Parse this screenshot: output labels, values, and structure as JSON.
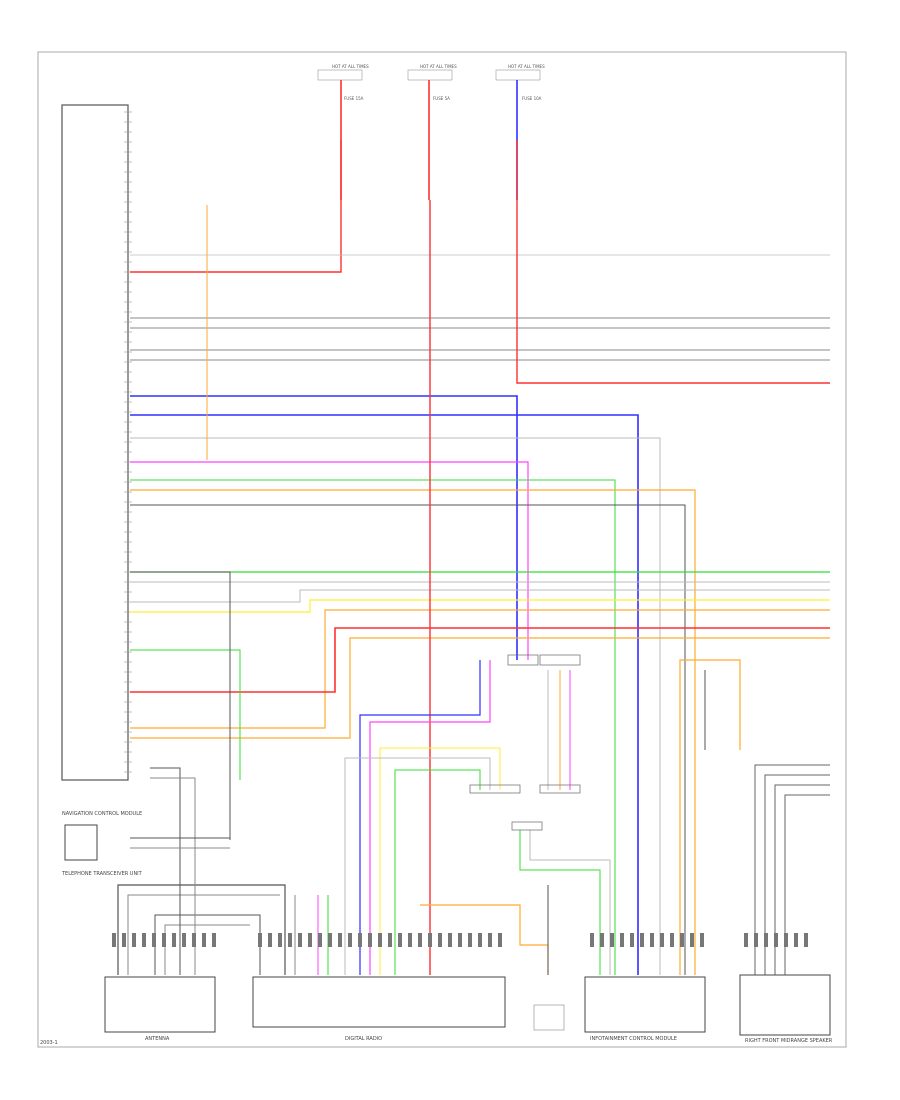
{
  "diagram": {
    "page_label": "2003-1",
    "components": {
      "navigation_control_module": "NAVIGATION CONTROL MODULE",
      "telephone_transceiver": "TELEPHONE TRANSCEIVER UNIT",
      "antenna": "ANTENNA",
      "digital_radio": "DIGITAL RADIO",
      "radio_module": "INFOTAINMENT CONTROL MODULE",
      "front_speaker": "RIGHT FRONT MIDRANGE SPEAKER"
    },
    "fuses": [
      {
        "label": "HOT AT ALL TIMES",
        "ref": "FUSE 15A"
      },
      {
        "label": "HOT AT ALL TIMES",
        "ref": "FUSE 5A"
      },
      {
        "label": "HOT AT ALL TIMES",
        "ref": "FUSE 10A"
      }
    ],
    "wire_colors": {
      "red": "#ff3030",
      "blue": "#3030ff",
      "green": "#33dd33",
      "yellow": "#ffee33",
      "orange": "#ffaa33",
      "pink": "#ff44ff",
      "gray": "#888888",
      "light": "#bbbbbb",
      "dark": "#555555"
    }
  }
}
